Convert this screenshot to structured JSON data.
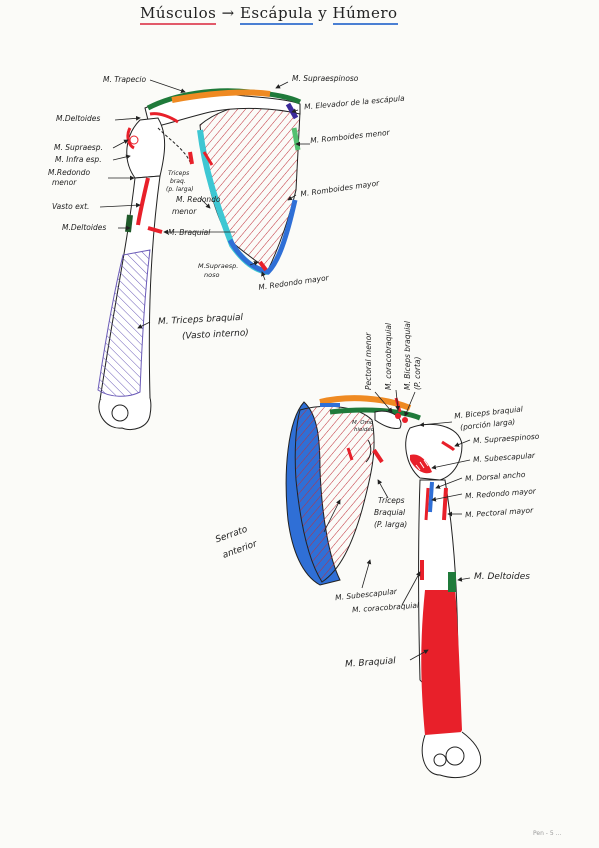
{
  "title": {
    "part1": "Músculos",
    "arrow": "→",
    "part2": "Escápula",
    "join": "y",
    "part3": "Húmero"
  },
  "posterior": {
    "trapecio": "M. Trapecio",
    "supraespinoso": "M. Supraespinoso",
    "elevador": "M. Elevador de la escápula",
    "deltoides": "M.Deltoides",
    "supraesp_short": "M. Supraesp.",
    "infraesp": "M. Infra esp.",
    "redondo_menor_a": "M.Redondo",
    "redondo_menor_b": "menor",
    "romboides_menor": "M. Romboides menor",
    "romboides_mayor": "M. Romboides mayor",
    "vasto_ext": "Vasto ext.",
    "deltoides_low": "M.Deltoides",
    "triceps_larga_a": "Triceps",
    "triceps_larga_b": "braq.",
    "triceps_larga_c": "(p. larga)",
    "redondo_menor2_a": "M. Redondo",
    "redondo_menor2_b": "menor",
    "braquial": "M. Braquial",
    "subesp_a": "M.Supraesp.",
    "subesp_b": "noso",
    "redondo_mayor": "M. Redondo mayor",
    "triceps_braquial": "M. Triceps braquial",
    "vasto_interno": "(Vasto interno)"
  },
  "anterior": {
    "pectoral_menor": "Pectoral menor",
    "coracobraquial": "M. coracobraquial",
    "biceps_corta": "M. Biceps braquial",
    "biceps_corta_b": "(P. corta)",
    "biceps_larga": "M. Biceps braquial",
    "biceps_larga_b": "(porción larga)",
    "supraespinoso": "M. Supraespinoso",
    "subescapular": "M. Subescapular",
    "dorsal_ancho": "M. Dorsal ancho",
    "redondo_mayor": "M. Redondo mayor",
    "pectoral_mayor": "M. Pectoral mayor",
    "omo_a": "M. Omo",
    "omo_b": "hioideo",
    "triceps_a": "Triceps",
    "triceps_b": "Braquial",
    "triceps_c": "(P. larga)",
    "serrato_a": "Serrato",
    "serrato_b": "anterior",
    "subescapular_low": "M. Subescapular",
    "coracobraquial_low": "M. coracobraquial",
    "deltoides": "M. Deltoides",
    "braquial": "M. Braquial"
  },
  "colors": {
    "ink": "#222222",
    "red": "#e8202a",
    "blue": "#2f6fd6",
    "orange": "#ef8a22",
    "green": "#1f7a3a",
    "cyan": "#3ec7d3",
    "purple": "#6b5bb8",
    "hatch": "#c0303a"
  },
  "footer": "Pen - 5 ..."
}
